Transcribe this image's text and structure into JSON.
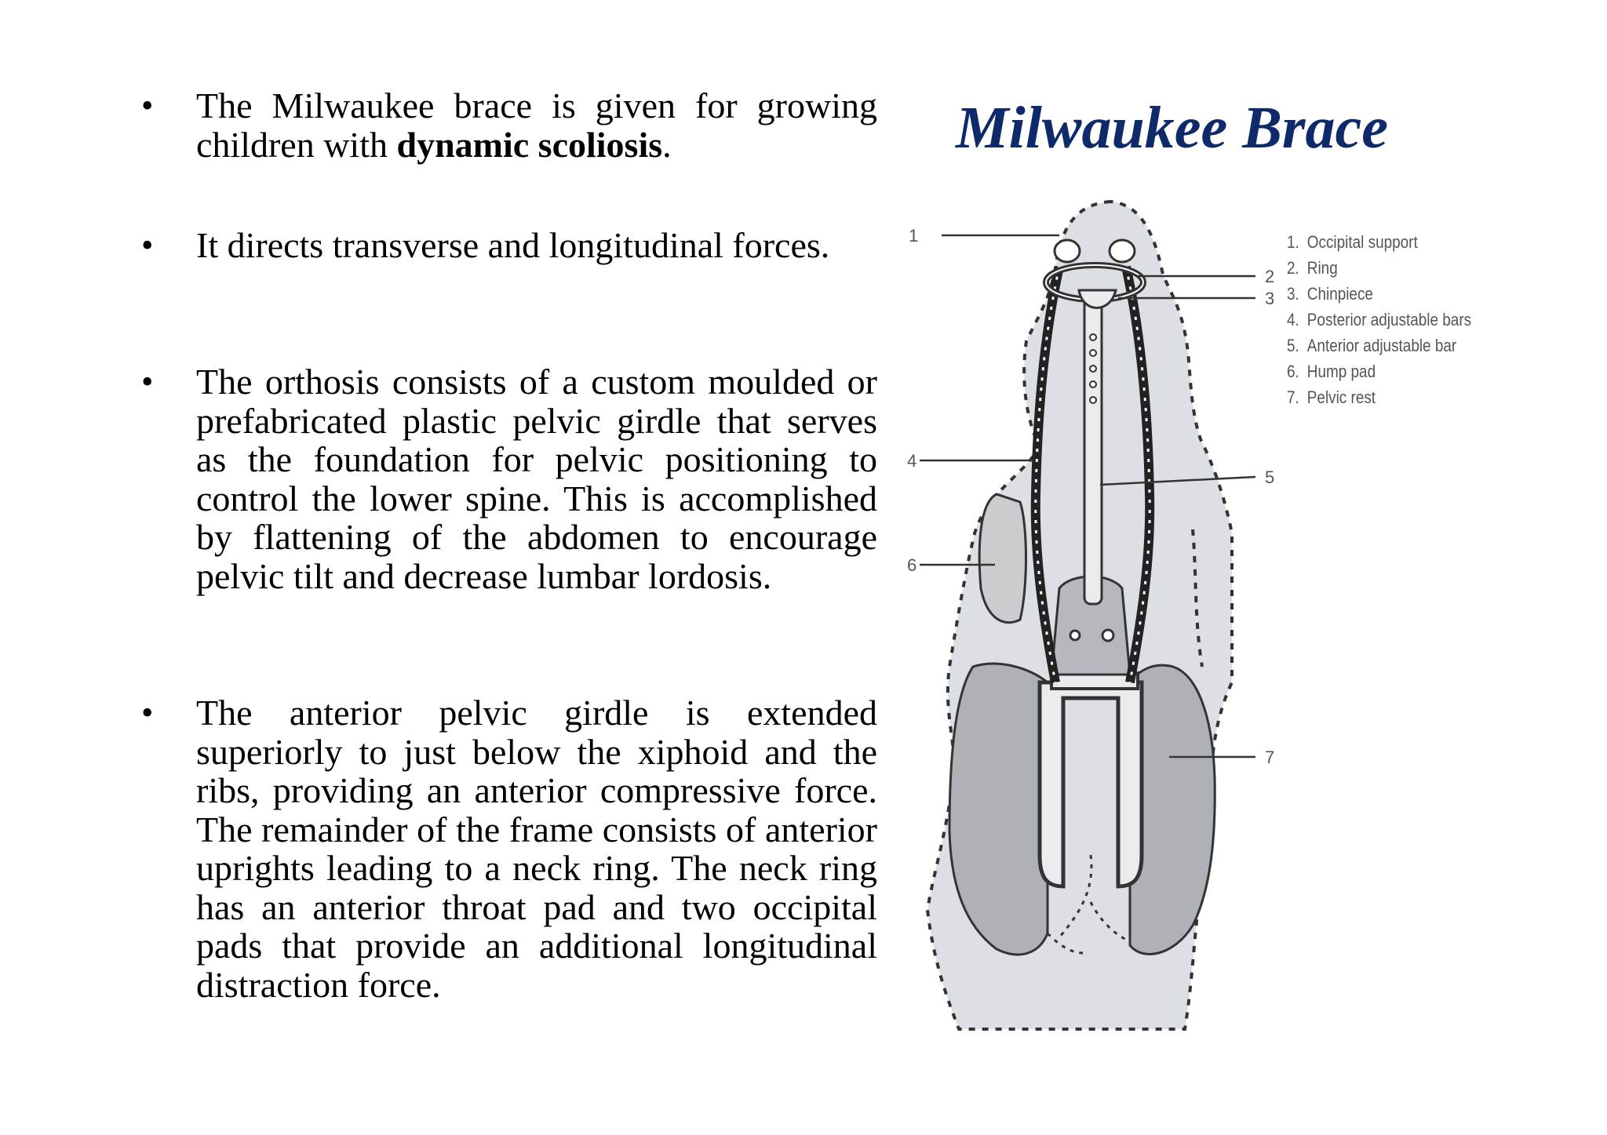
{
  "title": "Milwaukee Brace",
  "bullets": [
    {
      "pre": "The Milwaukee brace is given for growing children with ",
      "bold": "dynamic scoliosis",
      "post": "."
    },
    {
      "pre": "It directs transverse and longitudinal forces.",
      "bold": "",
      "post": ""
    },
    {
      "pre": "The orthosis consists of a custom moulded or prefabricated plastic pelvic girdle that serves as the foundation for pelvic positioning to control the lower spine. This is accomplished by flattening of the abdomen to encourage pelvic tilt and decrease lumbar lordosis.",
      "bold": "",
      "post": ""
    },
    {
      "pre": "The anterior pelvic girdle is extended superiorly to just below the xiphoid and the ribs, providing an anterior compressive force. The remainder of the frame consists of anterior uprights leading to a neck ring. The neck ring has an anterior throat pad and two occipital pads that provide an additional longitudinal distraction force.",
      "bold": "",
      "post": ""
    }
  ],
  "bullet_symbol": "•",
  "figure": {
    "legend": [
      {
        "num": "1.",
        "label": "Occipital support"
      },
      {
        "num": "2.",
        "label": "Ring"
      },
      {
        "num": "3.",
        "label": "Chinpiece"
      },
      {
        "num": "4.",
        "label": "Posterior adjustable bars"
      },
      {
        "num": "5.",
        "label": "Anterior adjustable bar"
      },
      {
        "num": "6.",
        "label": "Hump pad"
      },
      {
        "num": "7.",
        "label": "Pelvic rest"
      }
    ],
    "callouts": [
      "1",
      "2",
      "3",
      "4",
      "5",
      "6",
      "7"
    ]
  },
  "colors": {
    "title": "#0f2a6a",
    "body_silhouette": "#dcdfe3",
    "brace_pad": "#aeb2b6"
  }
}
